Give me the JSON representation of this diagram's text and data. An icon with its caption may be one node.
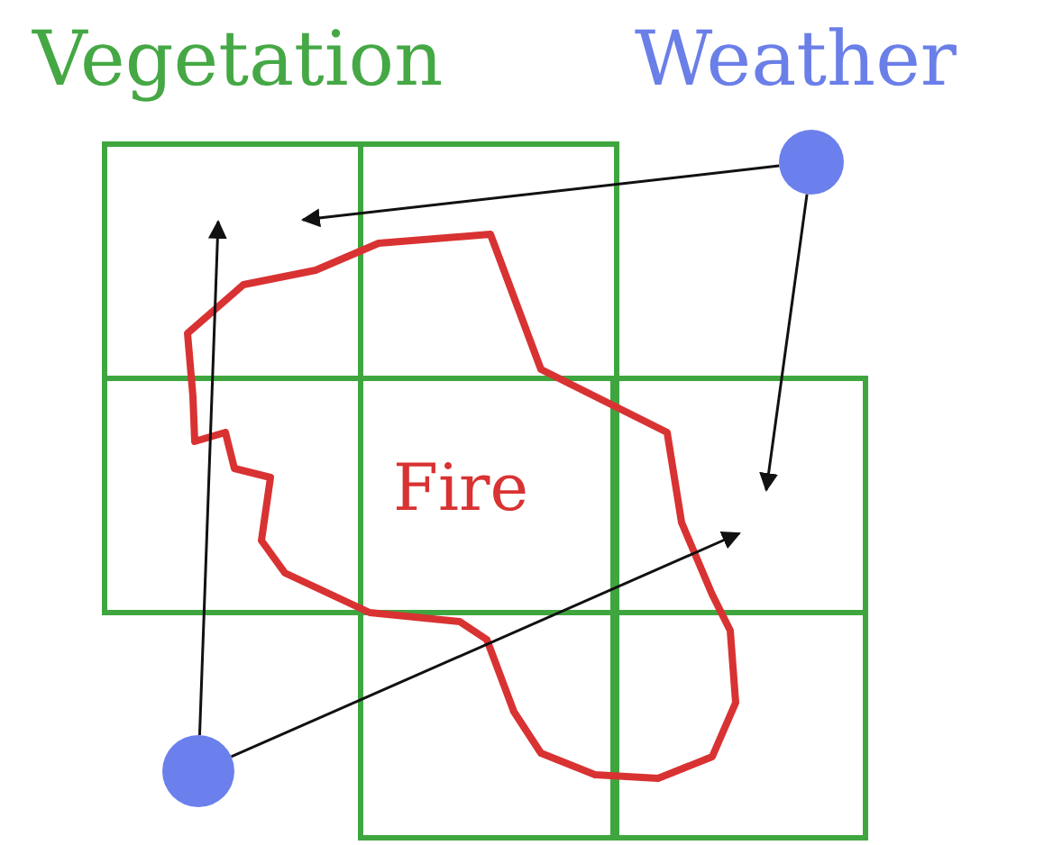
{
  "diagram": {
    "nodes": [
      {
        "text": [
          "Fire"
        ]
      },
      {
        "text": [],
        "shape": "circle"
      },
      {
        "text": [],
        "shape": "circle"
      }
    ],
    "edges": [
      {
        "from": 1,
        "to": null,
        "arrow": "to"
      },
      {
        "from": 1,
        "to": null,
        "arrow": "to"
      },
      {
        "from": 2,
        "to": null,
        "arrow": "to"
      },
      {
        "from": 2,
        "to": null,
        "arrow": "to"
      }
    ],
    "labels": [
      "Vegetation",
      "Weather"
    ]
  }
}
